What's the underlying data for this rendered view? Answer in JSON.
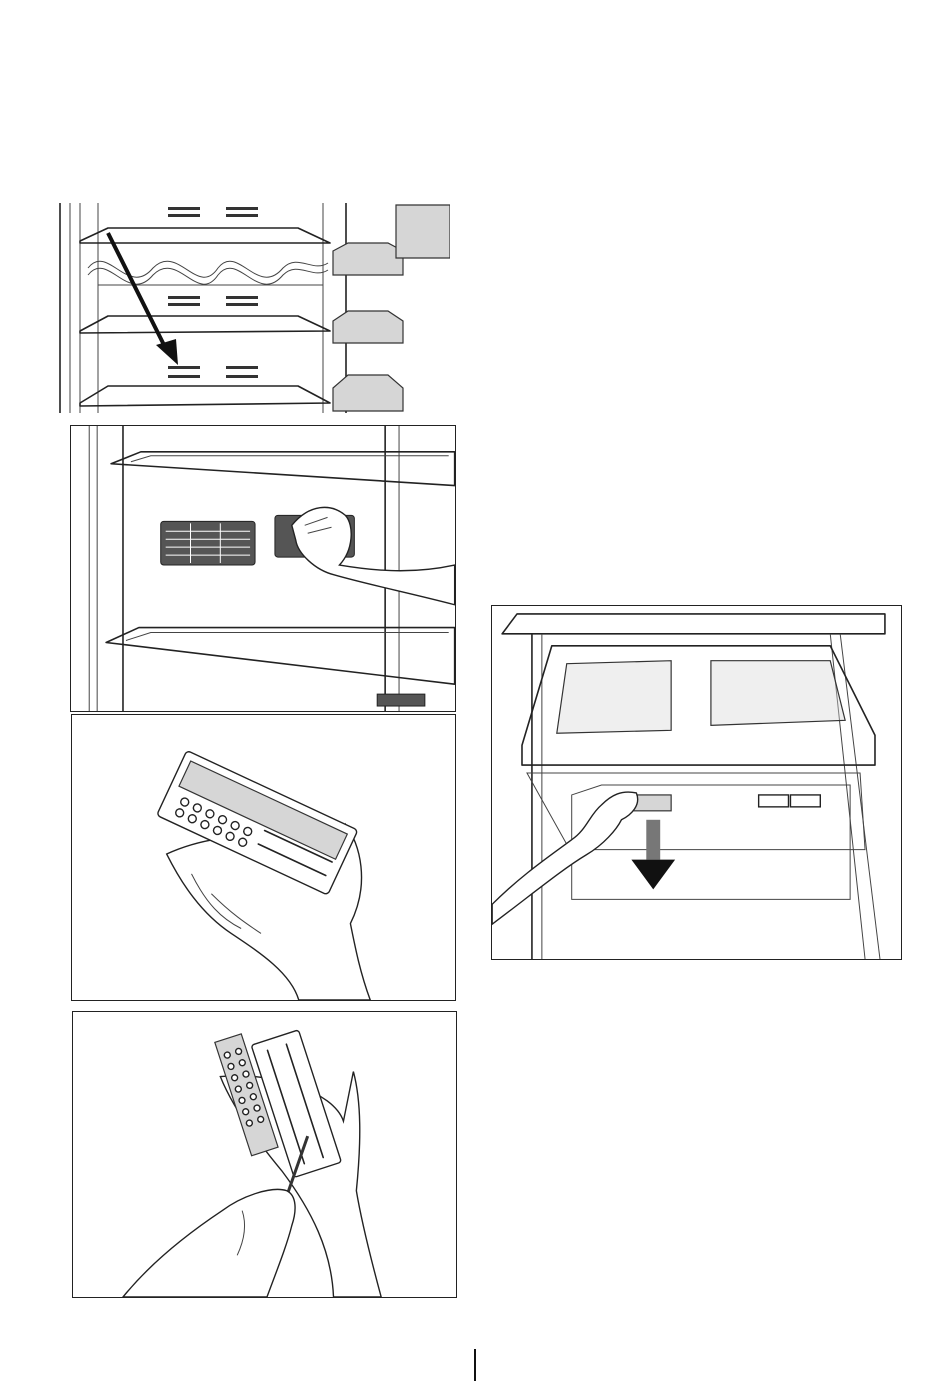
{
  "page": {
    "figures": [
      {
        "id": "fig1",
        "subject": "shelves-with-arrow-to-filter-location"
      },
      {
        "id": "fig2",
        "subject": "hand-removing-filter-cover"
      },
      {
        "id": "fig3",
        "subject": "filter-cassette-held-in-palm"
      },
      {
        "id": "fig4",
        "subject": "opening-filter-with-tool"
      },
      {
        "id": "fig5",
        "subject": "pulling-out-crisper-drawer"
      }
    ]
  },
  "colors": {
    "line": "#222222",
    "fill_grey": "#d6d6d6",
    "arrow": "#111111"
  }
}
